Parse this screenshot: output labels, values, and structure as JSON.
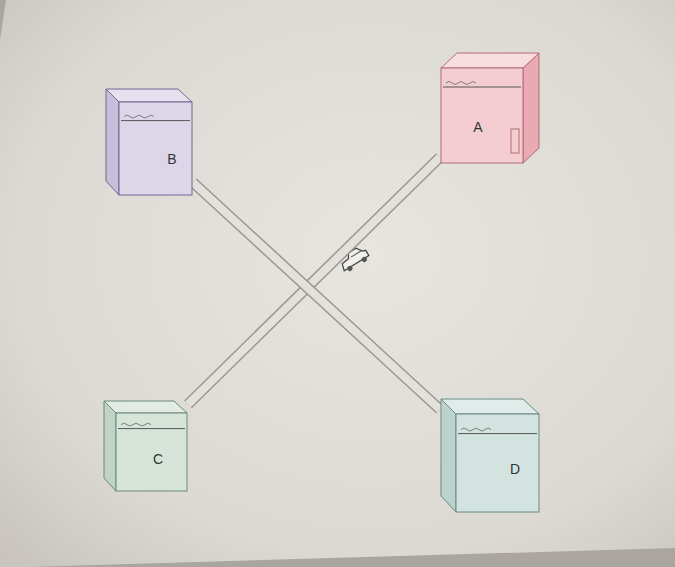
{
  "diagram": {
    "nodes": [
      {
        "text": [
          "B"
        ]
      },
      {
        "text": [
          "A"
        ]
      },
      {
        "text": [
          "C"
        ]
      },
      {
        "text": [
          "D"
        ]
      }
    ],
    "edges": [
      {
        "from": 1,
        "to": 2,
        "arrow": "none"
      },
      {
        "from": 0,
        "to": 3,
        "arrow": "none"
      }
    ]
  }
}
